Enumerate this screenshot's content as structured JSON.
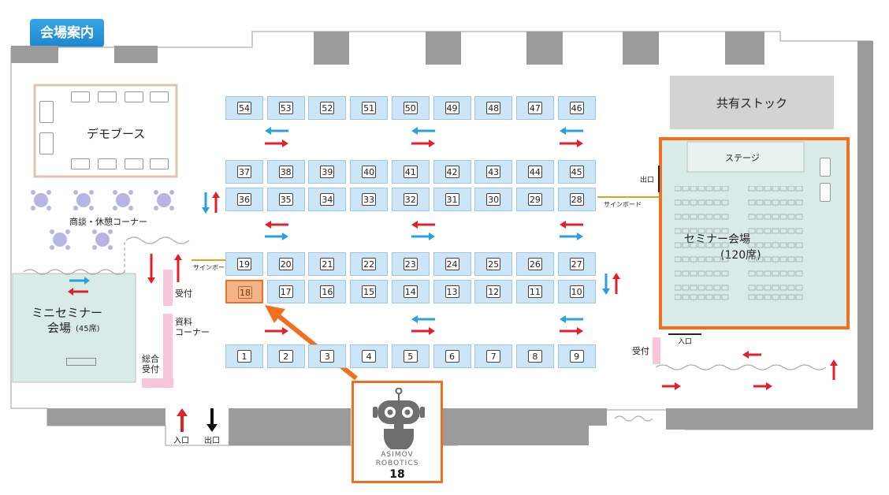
{
  "title": "会場案内",
  "labels": {
    "demo_booth": "デモブース",
    "lounge": "商談・休憩コーナー",
    "mini_seminar_line1": "ミニセミナー",
    "mini_seminar_line2": "会場",
    "mini_seminar_seats": "(45席)",
    "reception": "受付",
    "materials_line1": "資料",
    "materials_line2": "コーナー",
    "general_reception_line1": "総合",
    "general_reception_line2": "受付",
    "signboard_left": "サインボード",
    "signboard_right": "サインボード",
    "shared_stock": "共有ストック",
    "stage": "ステージ",
    "seminar_hall": "セミナー会場",
    "seminar_seats": "(120席)",
    "exit": "出口",
    "entrance": "入口",
    "seminar_reception": "受付",
    "seminar_entrance": "入口",
    "main_entrance": "入口",
    "main_exit": "出口"
  },
  "booth_rows": [
    [
      "54",
      "53",
      "52",
      "51",
      "50",
      "49",
      "48",
      "47",
      "46"
    ],
    [
      "37",
      "38",
      "39",
      "40",
      "41",
      "42",
      "43",
      "44",
      "45"
    ],
    [
      "36",
      "35",
      "34",
      "33",
      "32",
      "31",
      "30",
      "29",
      "28"
    ],
    [
      "19",
      "20",
      "21",
      "22",
      "23",
      "24",
      "25",
      "26",
      "27"
    ],
    [
      "18",
      "17",
      "16",
      "15",
      "14",
      "13",
      "12",
      "11",
      "10"
    ],
    [
      "1",
      "2",
      "3",
      "4",
      "5",
      "6",
      "7",
      "8",
      "9"
    ]
  ],
  "highlight_booth": "18",
  "callout": {
    "company_line1": "ASIMOV",
    "company_line2": "ROBOTICS",
    "booth_number": "18"
  },
  "colors": {
    "highlight": "#f07020",
    "booth_fill": "#cde6f7",
    "arrow_blue": "#2aa0e0",
    "arrow_red": "#e0202a"
  }
}
